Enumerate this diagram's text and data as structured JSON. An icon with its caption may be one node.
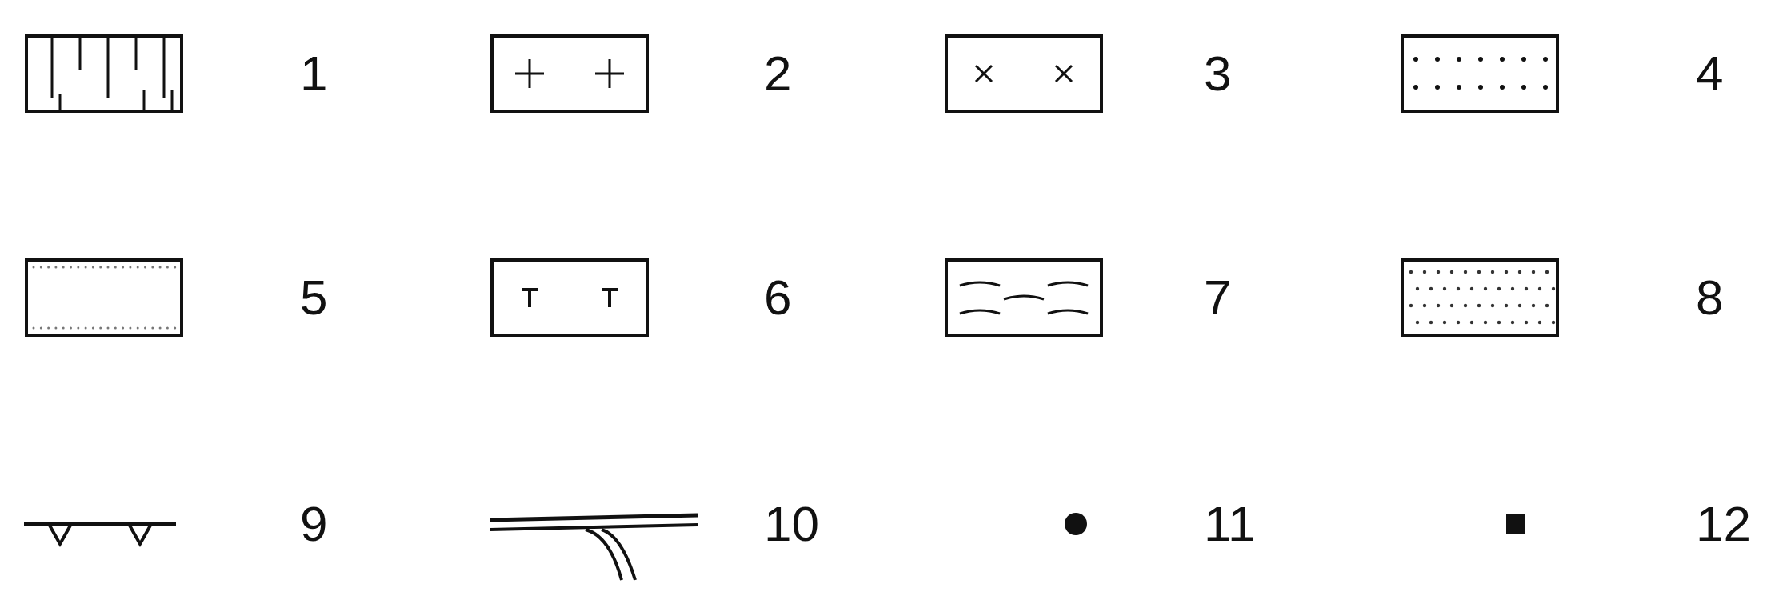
{
  "diagram": {
    "legend": [
      {
        "text": "1"
      },
      {
        "text": "2"
      },
      {
        "text": "3"
      },
      {
        "text": "4"
      },
      {
        "text": "5"
      },
      {
        "text": "6"
      },
      {
        "text": "7"
      },
      {
        "text": "8"
      },
      {
        "text": "9"
      },
      {
        "text": "10"
      },
      {
        "text": "11"
      },
      {
        "text": "12"
      }
    ]
  }
}
